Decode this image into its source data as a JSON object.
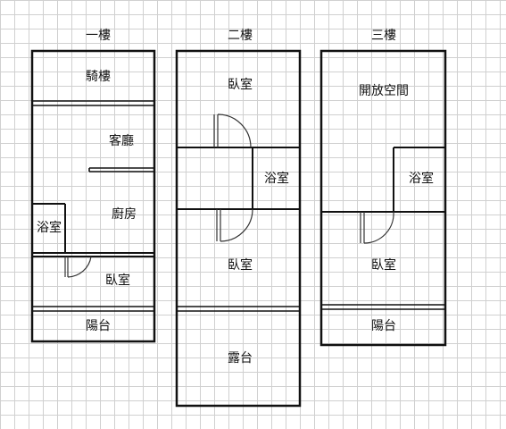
{
  "floors": [
    {
      "title": "一樓",
      "rooms": {
        "arcade": "騎樓",
        "living": "客廳",
        "bath": "浴室",
        "kitchen": "廚房",
        "bedroom": "臥室",
        "balcony": "陽台"
      }
    },
    {
      "title": "二樓",
      "rooms": {
        "bedroom_top": "臥室",
        "bath": "浴室",
        "bedroom_bottom": "臥室",
        "terrace": "露台"
      }
    },
    {
      "title": "三樓",
      "rooms": {
        "open_space": "開放空間",
        "bath": "浴室",
        "bedroom": "臥室",
        "balcony": "陽台"
      }
    }
  ]
}
